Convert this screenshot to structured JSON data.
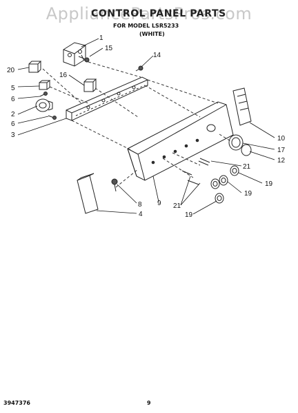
{
  "page": {
    "watermark": "AppliancePartsPros.com",
    "title": "CONTROL PANEL PARTS",
    "subtitle": "FOR MODEL LSR5233",
    "color_note": "(WHITE)",
    "footer_code": "3947376",
    "page_number": "9"
  },
  "callouts": [
    "1",
    "15",
    "14",
    "20",
    "16",
    "5",
    "6",
    "2",
    "6",
    "3",
    "10",
    "17",
    "12",
    "21",
    "19",
    "19",
    "8",
    "9",
    "21",
    "4",
    "19"
  ]
}
